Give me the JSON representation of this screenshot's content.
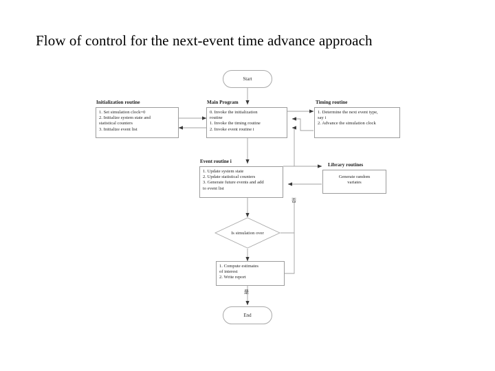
{
  "slide": {
    "title": "Flow of control for the next-event time advance approach"
  },
  "diagram": {
    "type": "flowchart",
    "start": {
      "label": "Start"
    },
    "end": {
      "label": "End"
    },
    "initialization_routine": {
      "caption": "Initialization routine",
      "lines": [
        "1. Set simulation clock=0",
        "2. Initialize system state and",
        "statistical counters",
        "3. Initialize event list"
      ]
    },
    "main_program": {
      "caption": "Main Program",
      "lines": [
        "0. Invoke the initialization",
        "routine",
        "1. Invoke the timing routine",
        "2. Invoke event routine i"
      ]
    },
    "timing_routine": {
      "caption": "Timing routine",
      "lines": [
        "1. Determine the next event type,",
        "say i",
        "2. Advance the simulation clock"
      ]
    },
    "event_routine": {
      "caption": "Event routine i",
      "lines": [
        "1. Update system state",
        "2. Update statistical counters",
        "3. Generate future events and add",
        "to event list"
      ]
    },
    "library_routines": {
      "caption": "Library routines",
      "lines": [
        "Generate random",
        "variates"
      ]
    },
    "decision": {
      "label": "Is simulation over"
    },
    "report": {
      "lines": [
        "1. Compute estimates",
        "of interest",
        "2. Write report"
      ]
    },
    "branch_no": "否",
    "branch_yes": "是",
    "colors": {
      "line": "#9b9b9b",
      "text": "#1f1f1f",
      "background": "#ffffff"
    }
  }
}
